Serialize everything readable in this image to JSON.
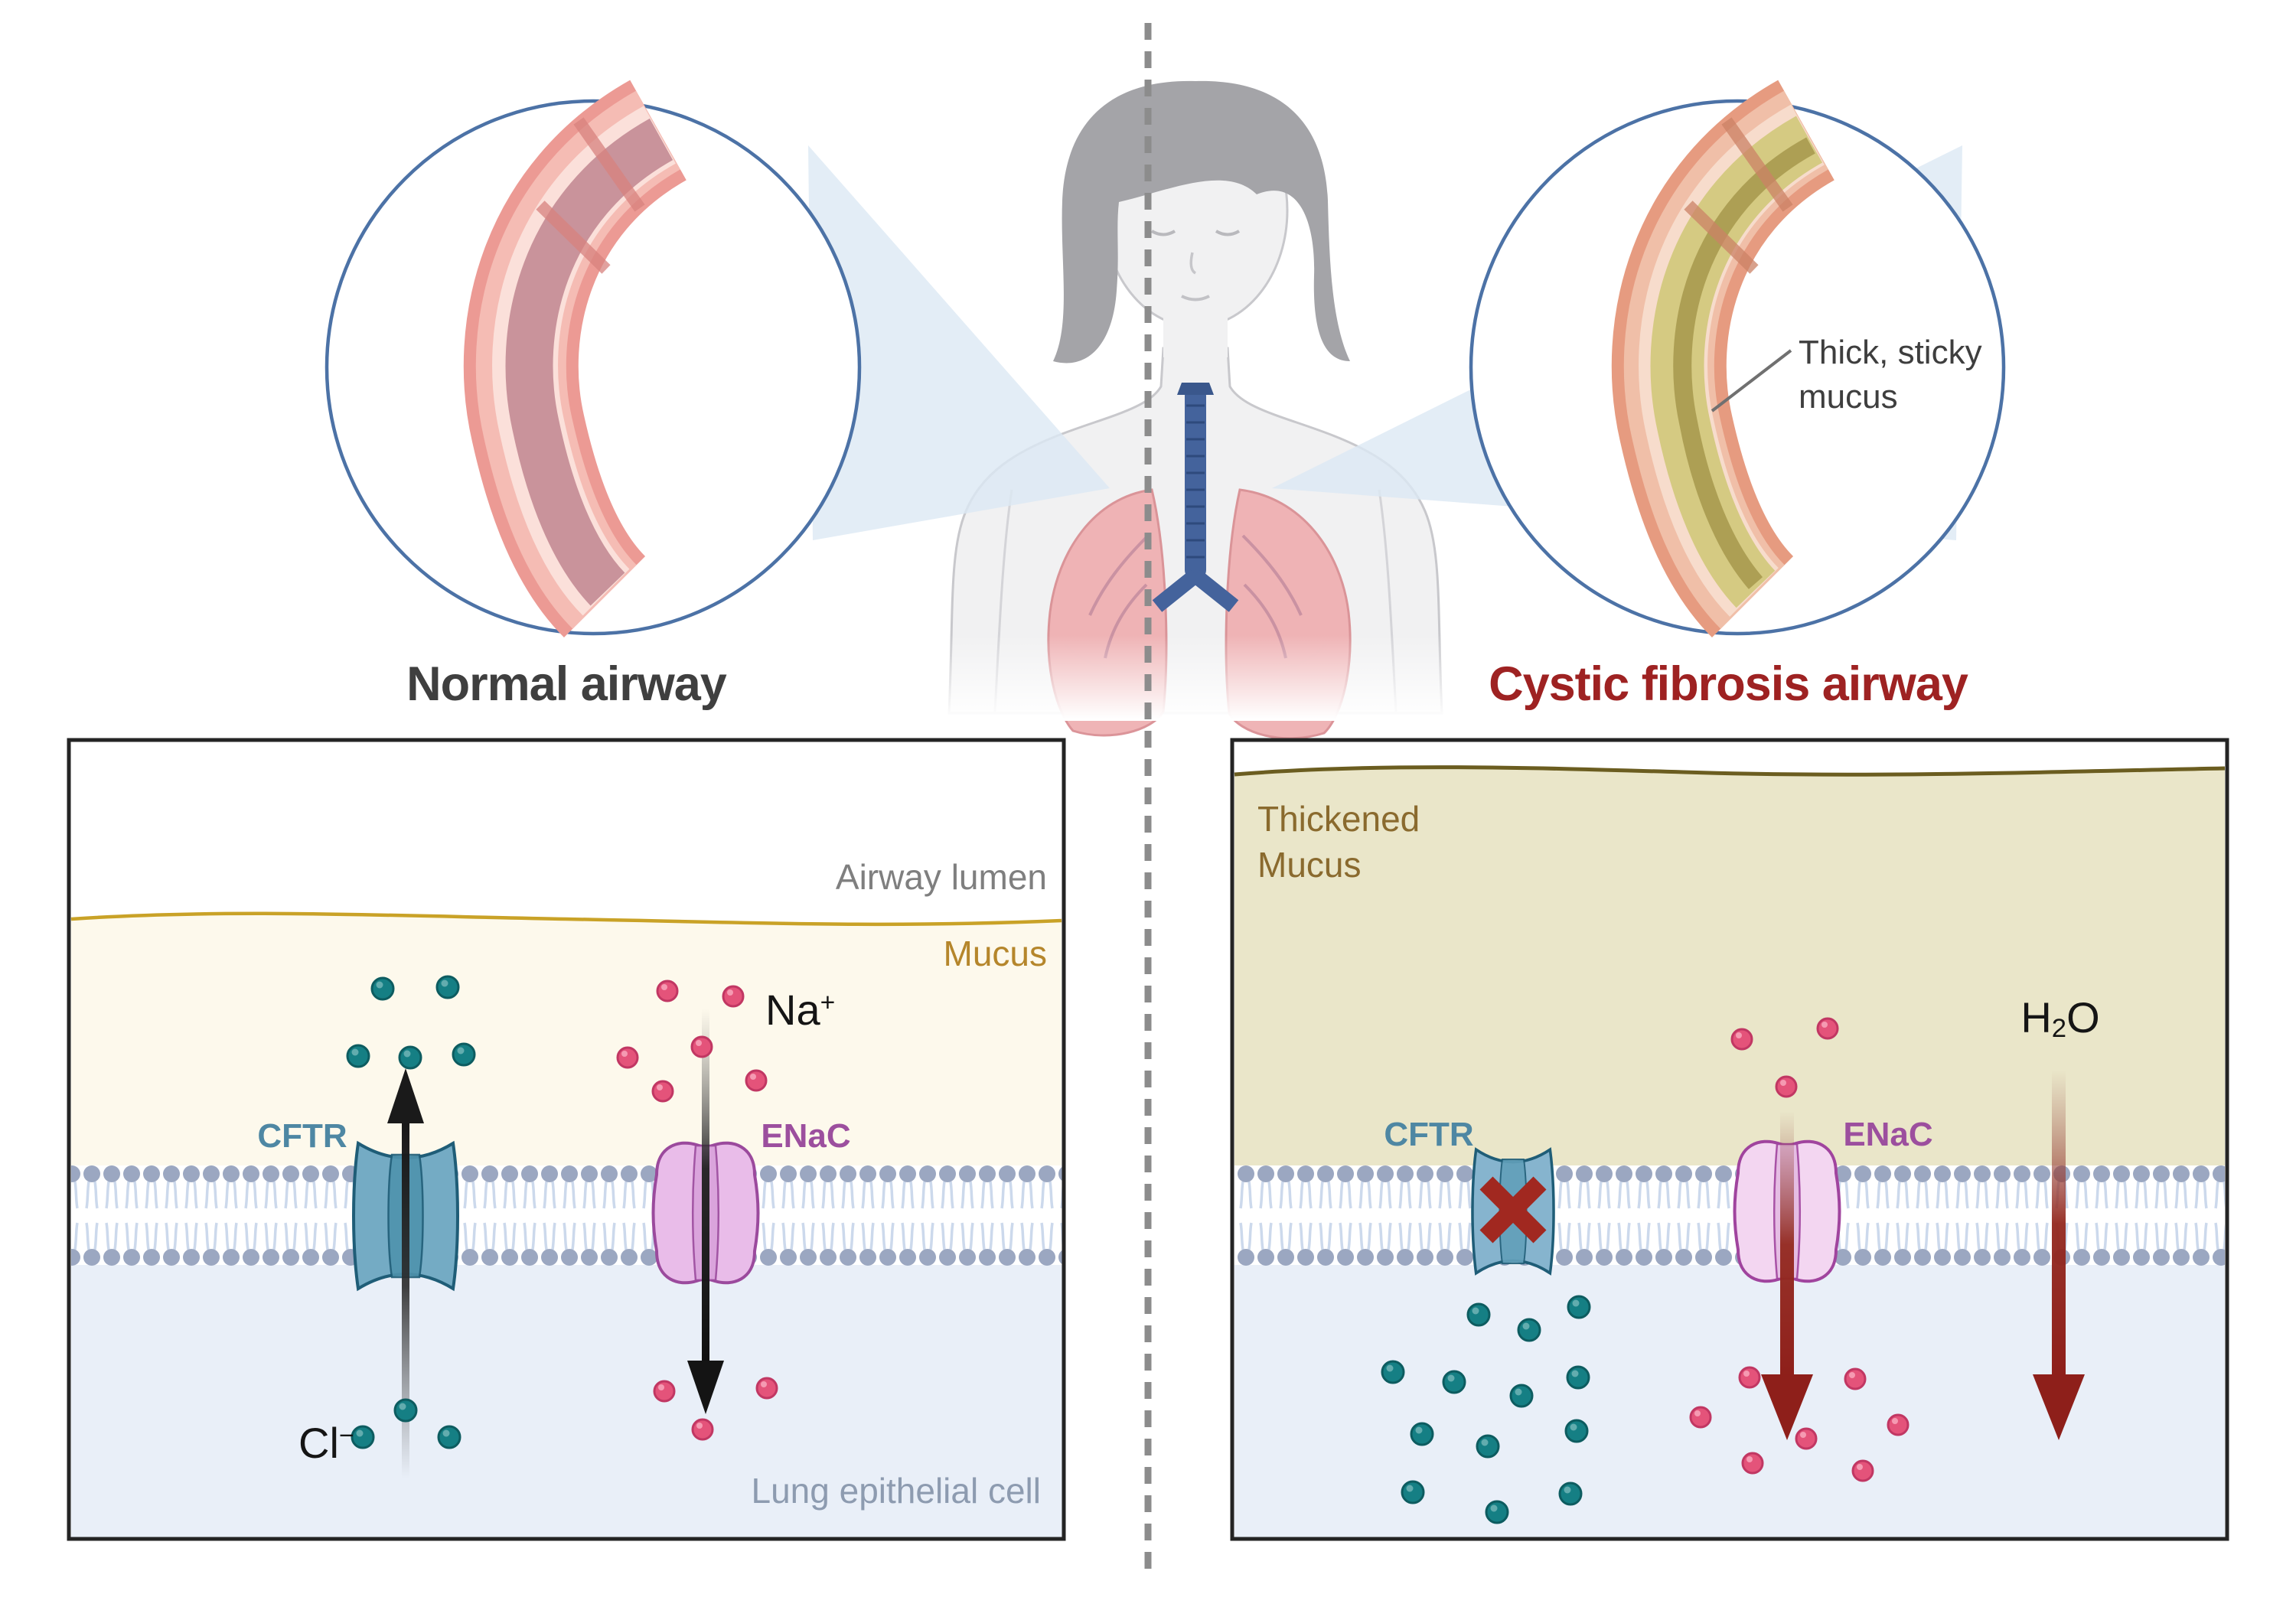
{
  "header": {
    "normal_title": "Normal airway",
    "cf_title": "Cystic fibrosis airway"
  },
  "callout": {
    "line1": "Thick, sticky",
    "line2": "mucus"
  },
  "normal_panel": {
    "airway_lumen": "Airway lumen",
    "mucus": "Mucus",
    "cell": "Lung epithelial cell",
    "cftr": "CFTR",
    "enac": "ENaC",
    "sodium": {
      "symbol": "Na",
      "charge": "+"
    },
    "chloride": {
      "symbol": "Cl",
      "charge": "−"
    }
  },
  "cf_panel": {
    "mucus_line1": "Thickened",
    "mucus_line2": "Mucus",
    "cftr": "CFTR",
    "enac": "ENaC",
    "water": {
      "h": "H",
      "subscript": "2",
      "o": "O"
    }
  },
  "colors": {
    "title_red": "#9e2222",
    "title_gray": "#3f3f3f",
    "cftr_blue": "#74abc4",
    "cftr_label": "#4e87a3",
    "enac_fill": "#e9bce9",
    "enac_label": "#9c4f9e",
    "chloride_ion_teal": "#157f84",
    "sodium_ion_pink": "#e4537a",
    "mucus_cream": "#fdf9ec",
    "mucus_line_gold": "#c9a227",
    "thick_mucus_olive": "#eae6c9",
    "thick_mucus_line": "#6b5d20",
    "thick_mucus_text": "#8a6a2e",
    "membrane_head": "#9ba7c1",
    "membrane_tail": "#ccd9ec",
    "cell_blue": "#e9eff8",
    "blocked_red": "#a12820",
    "red_arrow": "#8e1f1a",
    "circle_stroke": "#4c72a6"
  }
}
